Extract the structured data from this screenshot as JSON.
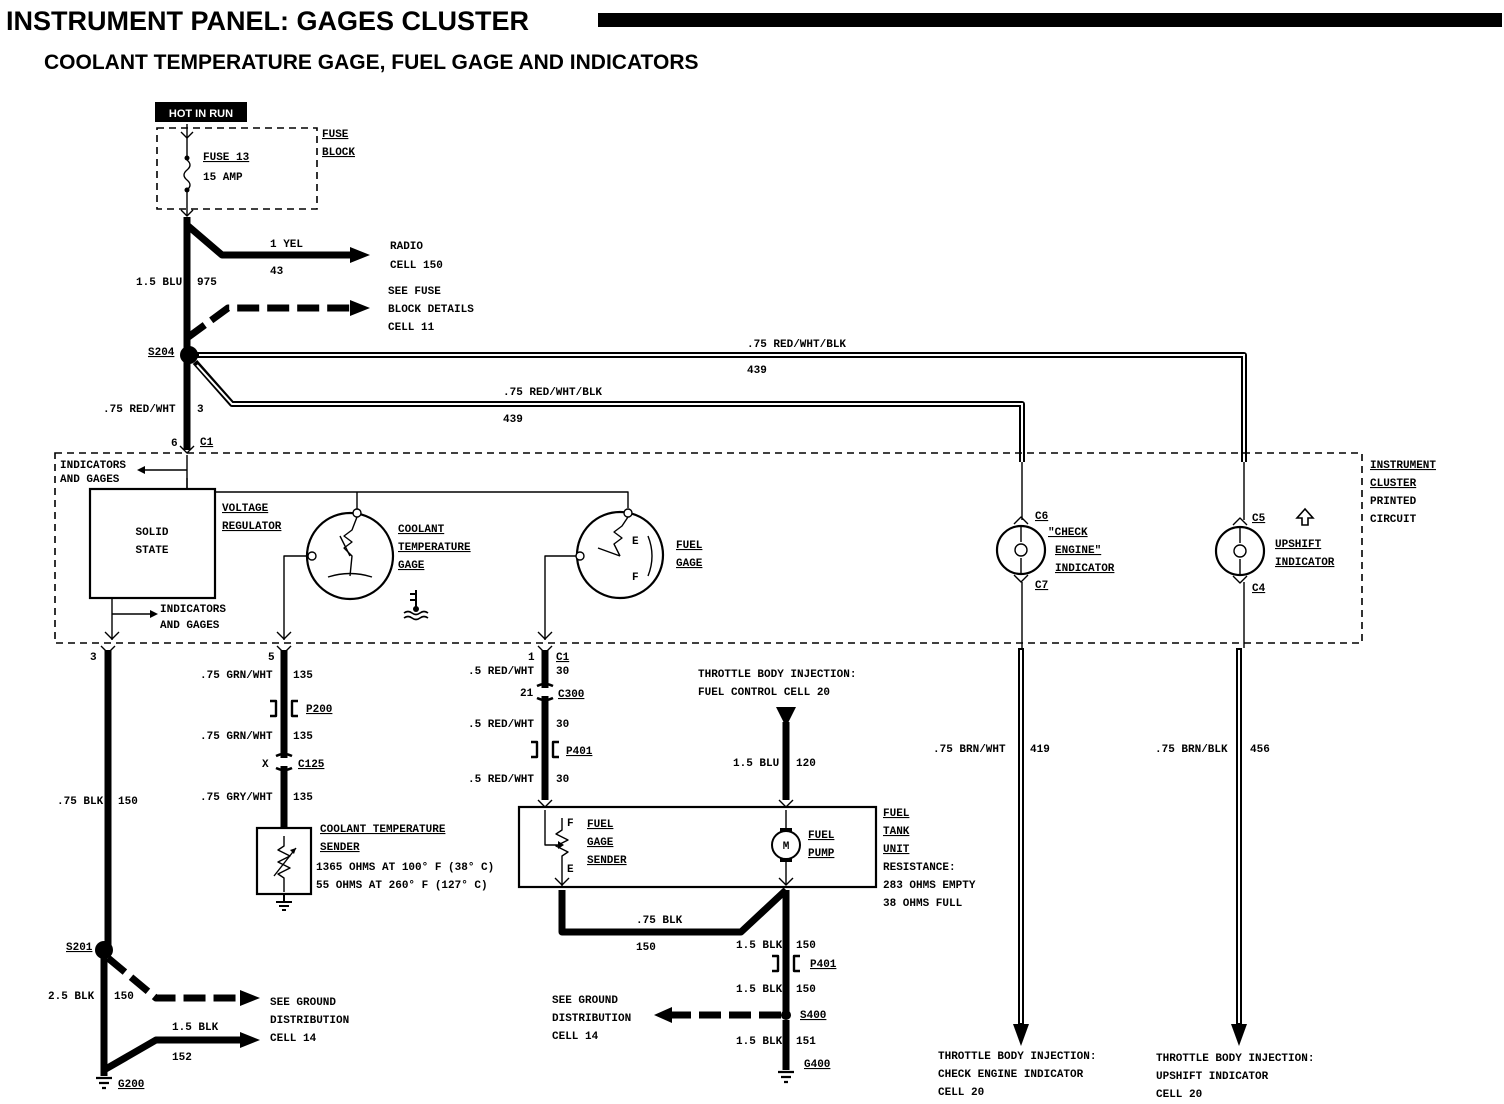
{
  "title": "INSTRUMENT PANEL: GAGES CLUSTER",
  "subtitle": "COOLANT TEMPERATURE GAGE, FUEL GAGE AND INDICATORS",
  "power": {
    "hot_in_run": "HOT IN RUN",
    "fuse_name": "FUSE 13",
    "fuse_rating": "15 AMP",
    "fuse_block_1": "FUSE",
    "fuse_block_2": "BLOCK"
  },
  "upper_wiring": {
    "radio_wire": "1 YEL",
    "radio_circuit": "43",
    "radio_dest_1": "RADIO",
    "radio_dest_2": "CELL 150",
    "fuse_wire": "1.5 BLU",
    "fuse_circuit": "975",
    "fuse_details_1": "SEE FUSE",
    "fuse_details_2": "BLOCK DETAILS",
    "fuse_details_3": "CELL 11",
    "splice": "S204",
    "wire_upper": ".75 RED/WHT/BLK",
    "circuit_upper": "439",
    "wire_lower": ".75 RED/WHT/BLK",
    "circuit_lower": "439",
    "feed_wire": ".75 RED/WHT",
    "feed_circuit": "3",
    "pin_feed": "6",
    "c1_top": "C1"
  },
  "cluster": {
    "ind_gages_top_1": "INDICATORS",
    "ind_gages_top_2": "AND GAGES",
    "solid_state_1": "SOLID",
    "solid_state_2": "STATE",
    "vr_1": "VOLTAGE",
    "vr_2": "REGULATOR",
    "ind_gages_bottom_1": "INDICATORS",
    "ind_gages_bottom_2": "AND GAGES",
    "coolant_1": "COOLANT",
    "coolant_2": "TEMPERATURE",
    "coolant_3": "GAGE",
    "fuel_gage_1": "FUEL",
    "fuel_gage_2": "GAGE",
    "fuel_e": "E",
    "fuel_f": "F",
    "c6": "C6",
    "c7": "C7",
    "check_1": "\"CHECK",
    "check_2": "ENGINE\"",
    "check_3": "INDICATOR",
    "c5": "C5",
    "c4": "C4",
    "upshift_1": "UPSHIFT",
    "upshift_2": "INDICATOR",
    "ipc_1": "INSTRUMENT",
    "ipc_2": "CLUSTER",
    "ipc_3": "PRINTED",
    "ipc_4": "CIRCUIT"
  },
  "ground_branch": {
    "pin": "3",
    "wire": ".75 BLK",
    "circuit": "150",
    "splice": "S201",
    "wire_2": "2.5 BLK",
    "circuit_2": "150",
    "wire_3": "1.5 BLK",
    "circuit_3": "152",
    "dest_1": "SEE GROUND",
    "dest_2": "DISTRIBUTION",
    "dest_3": "CELL 14",
    "ground": "G200"
  },
  "coolant_branch": {
    "pin": "5",
    "wire_1": ".75 GRN/WHT",
    "circuit_1": "135",
    "conn_1": "P200",
    "wire_2": ".75 GRN/WHT",
    "circuit_2": "135",
    "pin_x": "X",
    "conn_2": "C125",
    "wire_3": ".75 GRY/WHT",
    "circuit_3": "135",
    "sender_1": "COOLANT TEMPERATURE",
    "sender_2": "SENDER",
    "spec_1": "1365 OHMS AT 100° F (38° C)",
    "spec_2": "55 OHMS AT 260° F (127° C)"
  },
  "fuel_branch": {
    "pin": "1",
    "c1": "C1",
    "wire_1": ".5 RED/WHT",
    "circuit_1": "30",
    "pin_21": "21",
    "conn_1": "C300",
    "wire_2": ".5 RED/WHT",
    "circuit_2": "30",
    "conn_2": "P401",
    "wire_3": ".5 RED/WHT",
    "circuit_3": "30",
    "tbi_1": "THROTTLE BODY INJECTION:",
    "tbi_2": "FUEL CONTROL CELL 20",
    "pump_wire": "1.5 BLU",
    "pump_circuit": "120",
    "sender_f": "F",
    "sender_e": "E",
    "sender_1": "FUEL",
    "sender_2": "GAGE",
    "sender_3": "SENDER",
    "pump_1": "FUEL",
    "pump_2": "PUMP",
    "motor": "M",
    "tank_1": "FUEL",
    "tank_2": "TANK",
    "tank_3": "UNIT",
    "res_1": "RESISTANCE:",
    "res_2": "283 OHMS EMPTY",
    "res_3": "38 OHMS FULL",
    "gnd_wire_1": ".75 BLK",
    "gnd_circuit_1": "150",
    "gnd_wire_2": "1.5 BLK",
    "gnd_circuit_2": "150",
    "conn_3": "P401",
    "gnd_wire_3": "1.5 BLK",
    "gnd_circuit_3": "150",
    "splice": "S400",
    "gnd_wire_4": "1.5 BLK",
    "gnd_circuit_4": "151",
    "ground": "G400",
    "dest_1": "SEE GROUND",
    "dest_2": "DISTRIBUTION",
    "dest_3": "CELL 14"
  },
  "indicator_branches": {
    "check_wire": ".75 BRN/WHT",
    "check_circuit": "419",
    "check_dest_1": "THROTTLE BODY INJECTION:",
    "check_dest_2": "CHECK ENGINE INDICATOR",
    "check_dest_3": "CELL 20",
    "upshift_wire": ".75 BRN/BLK",
    "upshift_circuit": "456",
    "upshift_dest_1": "THROTTLE BODY INJECTION:",
    "upshift_dest_2": "UPSHIFT INDICATOR",
    "upshift_dest_3": "CELL 20"
  }
}
